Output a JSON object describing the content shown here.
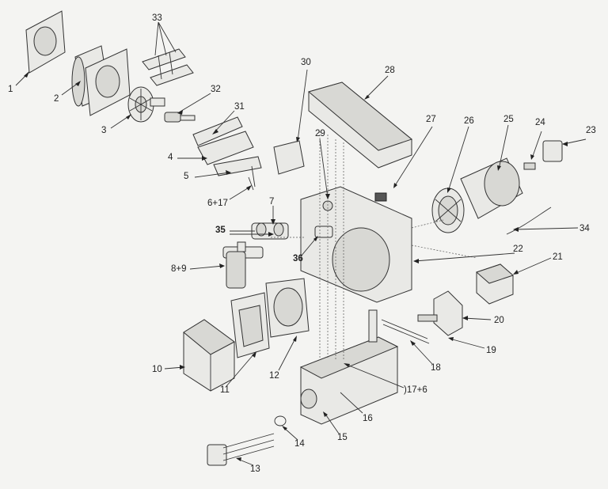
{
  "diagram": {
    "callouts": [
      {
        "id": "c1",
        "text": "1"
      },
      {
        "id": "c2",
        "text": "2"
      },
      {
        "id": "c3",
        "text": "3"
      },
      {
        "id": "c4",
        "text": "4"
      },
      {
        "id": "c5",
        "text": "5"
      },
      {
        "id": "c6",
        "text": "6+17"
      },
      {
        "id": "c7",
        "text": "7"
      },
      {
        "id": "c8",
        "text": "8+9"
      },
      {
        "id": "c10",
        "text": "10"
      },
      {
        "id": "c11",
        "text": "11"
      },
      {
        "id": "c12",
        "text": "12"
      },
      {
        "id": "c13",
        "text": "13"
      },
      {
        "id": "c14",
        "text": "14"
      },
      {
        "id": "c15",
        "text": "15"
      },
      {
        "id": "c16",
        "text": "16"
      },
      {
        "id": "c17",
        "text": ")17+6"
      },
      {
        "id": "c18",
        "text": "18"
      },
      {
        "id": "c19",
        "text": "19"
      },
      {
        "id": "c20",
        "text": "20"
      },
      {
        "id": "c21",
        "text": "21"
      },
      {
        "id": "c22",
        "text": "22"
      },
      {
        "id": "c23",
        "text": "23"
      },
      {
        "id": "c24",
        "text": "24"
      },
      {
        "id": "c25",
        "text": "25"
      },
      {
        "id": "c26",
        "text": "26"
      },
      {
        "id": "c27",
        "text": "27"
      },
      {
        "id": "c28",
        "text": "28"
      },
      {
        "id": "c29",
        "text": "29"
      },
      {
        "id": "c30",
        "text": "30"
      },
      {
        "id": "c31",
        "text": "31"
      },
      {
        "id": "c32",
        "text": "32"
      },
      {
        "id": "c33",
        "text": "33"
      },
      {
        "id": "c34",
        "text": "34"
      },
      {
        "id": "c35",
        "text": "35"
      },
      {
        "id": "c36",
        "text": "36"
      }
    ]
  }
}
